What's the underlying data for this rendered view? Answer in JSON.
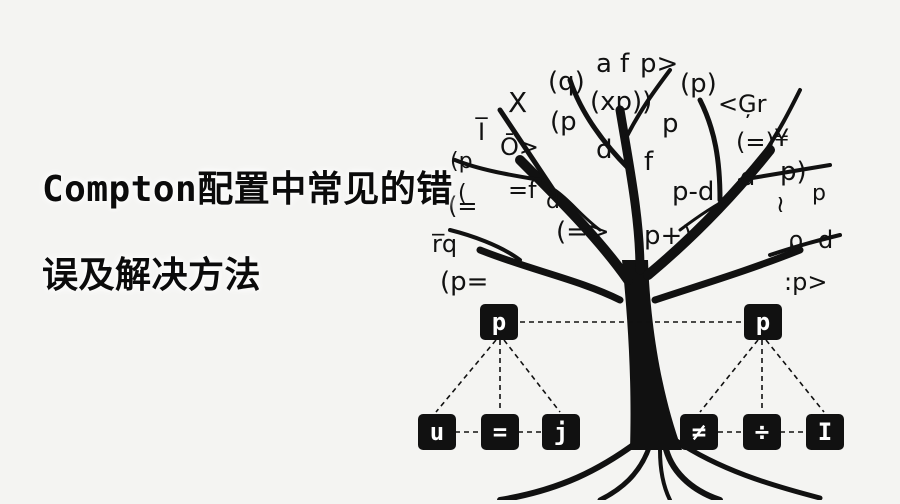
{
  "title": {
    "line1": "Compton配置中常见的错",
    "line2": "误及解决方法"
  },
  "tree": {
    "floating_symbols": [
      "(q)",
      "a",
      "f",
      "p>",
      "(p)",
      "X",
      "(xp))",
      "(p",
      "p",
      "<",
      "Ģr",
      "I̅",
      "Ō>",
      "d",
      "f",
      "(=)",
      "¥",
      "(p",
      "p)",
      "d",
      "p-d",
      "d",
      "=f",
      "(=",
      "(=>",
      "p+)",
      "≀",
      "r̅q",
      "ρ",
      "d",
      "(p=",
      ":p>",
      "(",
      "p"
    ],
    "hierarchy": {
      "root_left": "p",
      "root_right": "p",
      "left_children": [
        "u",
        "=",
        "j"
      ],
      "right_children": [
        "≠",
        "÷",
        "I"
      ]
    }
  },
  "colors": {
    "background": "#f4f4f2",
    "ink": "#111111",
    "node_text": "#ffffff"
  }
}
